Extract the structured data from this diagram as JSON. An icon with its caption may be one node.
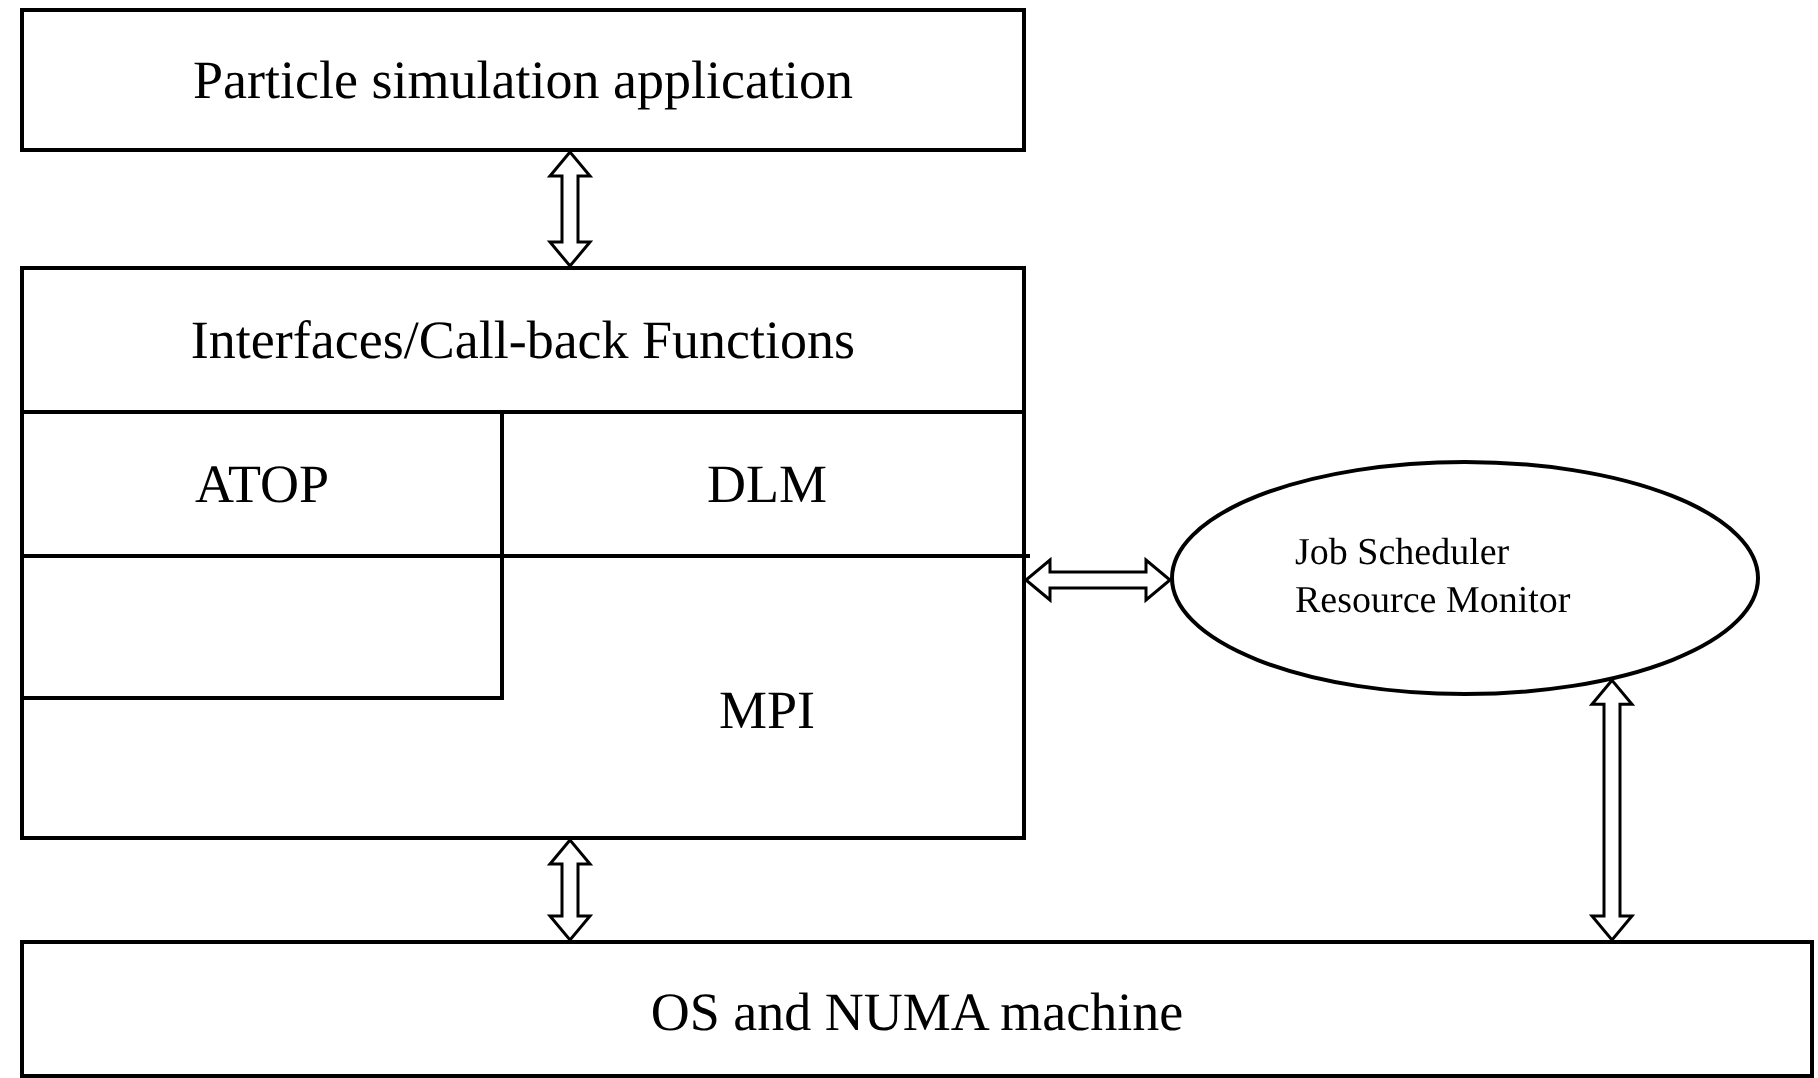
{
  "diagram": {
    "nodes": [
      {
        "text": [
          "Particle simulation application"
        ]
      },
      {
        "text": [
          "Interfaces/Call-back Functions"
        ]
      },
      {
        "text": [
          "ATOP"
        ],
        "in": 1
      },
      {
        "text": [],
        "shape": "box",
        "in": 1
      },
      {
        "text": [
          "DLM"
        ],
        "in": 1
      },
      {
        "text": [
          "MPI"
        ],
        "in": 1
      },
      {
        "text": [
          "Job Scheduler Resource Monitor"
        ]
      },
      {
        "text": [
          "OS and NUMA machine"
        ]
      }
    ],
    "edges": [
      {
        "from": 0,
        "to": 1,
        "arrow": "both"
      },
      {
        "from": 1,
        "to": 6,
        "arrow": "both"
      },
      {
        "from": 1,
        "to": 7,
        "arrow": "both"
      },
      {
        "from": 6,
        "to": 7,
        "arrow": "both"
      }
    ]
  }
}
